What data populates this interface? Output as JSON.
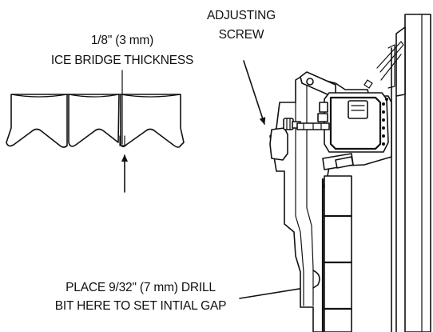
{
  "labels": {
    "adjusting_screw_line1": "ADJUSTING",
    "adjusting_screw_line2": "SCREW",
    "ice_bridge_line1": "1/8\" (3 mm)",
    "ice_bridge_line2": "ICE BRIDGE THICKNESS",
    "drill_bit_line1": "PLACE 9/32\" (7 mm) DRILL",
    "drill_bit_line2": "BIT HERE TO SET INTIAL GAP"
  }
}
